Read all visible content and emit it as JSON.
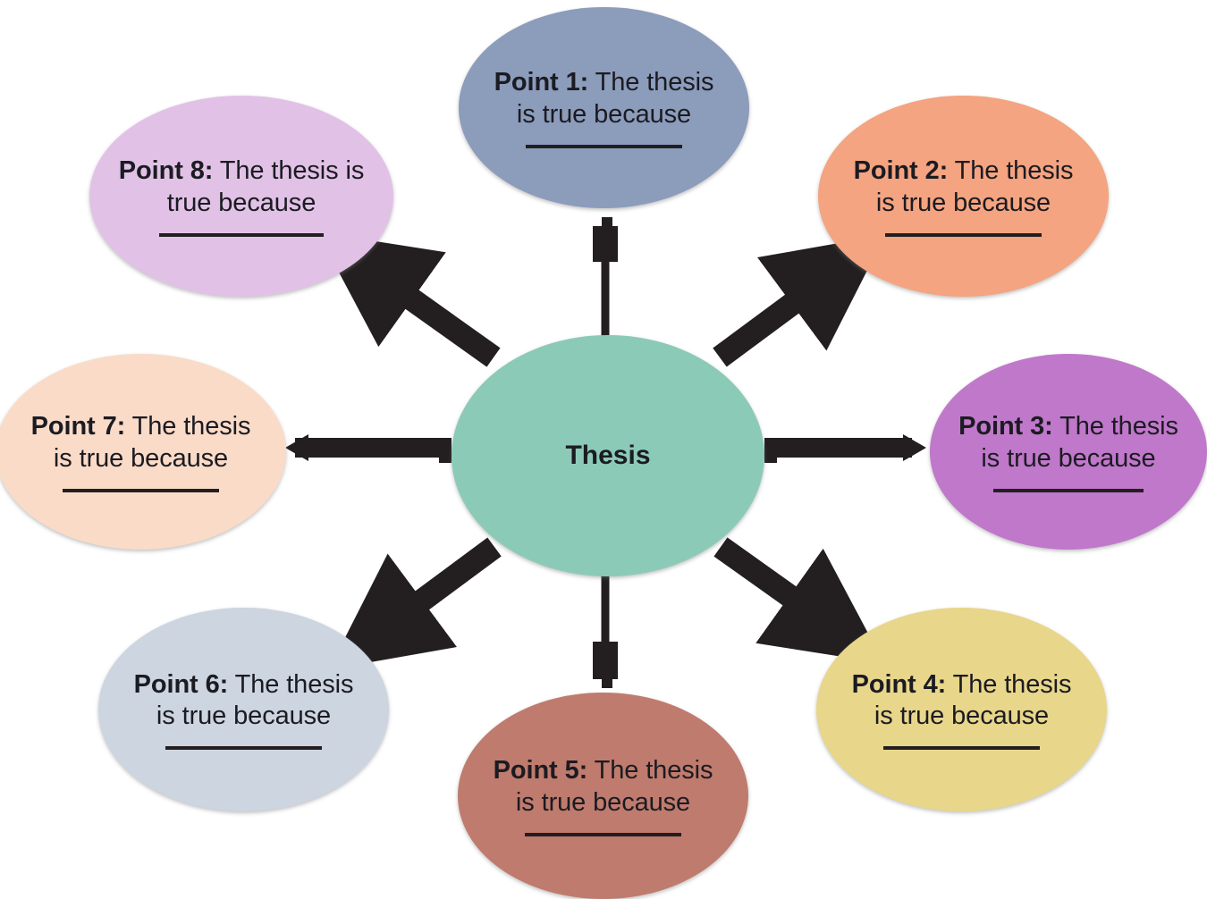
{
  "diagram": {
    "type": "hub-and-spoke concept map",
    "center": {
      "label": "Thesis",
      "color": "#8ccab8",
      "name": "thesis-node"
    },
    "blank_line_symbol": "__________",
    "points": [
      {
        "id": "p1",
        "position": "top",
        "bold": "Point 1:",
        "text": " The thesis is true because",
        "color": "#8c9cbb",
        "arrow": "up"
      },
      {
        "id": "p2",
        "position": "top-right",
        "bold": "Point 2:",
        "text": " The thesis is true because",
        "color": "#f4a480",
        "arrow": "up-right"
      },
      {
        "id": "p3",
        "position": "right",
        "bold": "Point 3:",
        "text": " The thesis is true because",
        "color": "#c078ca",
        "arrow": "right"
      },
      {
        "id": "p4",
        "position": "bottom-right",
        "bold": "Point 4:",
        "text": " The thesis is true because",
        "color": "#e8d68a",
        "arrow": "down-right"
      },
      {
        "id": "p5",
        "position": "bottom",
        "bold": "Point 5:",
        "text": " The thesis is true because",
        "color": "#bf7b6d",
        "arrow": "down"
      },
      {
        "id": "p6",
        "position": "bottom-left",
        "bold": "Point 6:",
        "text": " The thesis is true because",
        "color": "#ccd5e0",
        "arrow": "down-left"
      },
      {
        "id": "p7",
        "position": "left",
        "bold": "Point 7:",
        "text": " The thesis is true because",
        "color": "#fadbc8",
        "arrow": "left"
      },
      {
        "id": "p8",
        "position": "top-left",
        "bold": "Point 8:",
        "text": " The thesis is true because",
        "color": "#e1c2e6",
        "arrow": "up-left"
      }
    ],
    "arrow_color": "#231f20",
    "background": "#ffffff"
  }
}
